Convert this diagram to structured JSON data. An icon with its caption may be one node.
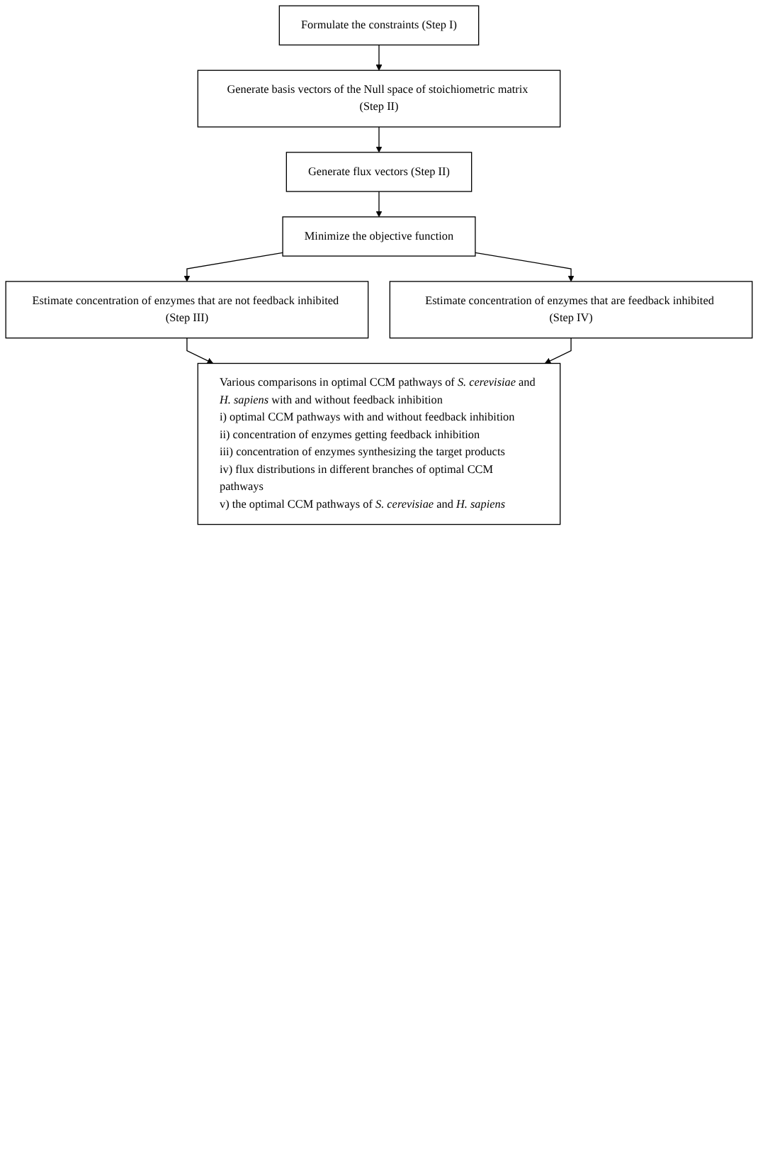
{
  "diagram": {
    "nodes": [
      {
        "text": [
          "Formulate the constraints (Step I)"
        ]
      },
      {
        "text": [
          "Generate basis vectors of the Null space of stoichiometric matrix (Step II)"
        ]
      },
      {
        "text": [
          "Generate flux vectors (Step II)"
        ]
      },
      {
        "text": [
          "Minimize the objective function"
        ]
      },
      {
        "text": [
          "Estimate concentration of enzymes that are not feedback inhibited (Step III)"
        ]
      },
      {
        "text": [
          "Estimate concentration of enzymes that are feedback inhibited (Step IV)"
        ]
      },
      {
        "text": [
          "Various comparisons in optimal CCM pathways of *S. cerevisiae* and *H. sapiens* with and without feedback inhibition",
          "i) optimal CCM pathways with and without feedback inhibition",
          "ii) concentration of enzymes getting feedback inhibition",
          "iii) concentration of enzymes synthesizing the target products",
          "iv) flux distributions in different branches of optimal CCM pathways",
          "v) the optimal CCM pathways of *S. cerevisiae* and *H. sapiens*"
        ]
      }
    ],
    "edges": [
      {
        "from": 0,
        "to": 1,
        "arrow": "to"
      },
      {
        "from": 1,
        "to": 2,
        "arrow": "to"
      },
      {
        "from": 2,
        "to": 3,
        "arrow": "to"
      },
      {
        "from": 3,
        "to": 4,
        "arrow": "to"
      },
      {
        "from": 3,
        "to": 5,
        "arrow": "to"
      },
      {
        "from": 4,
        "to": 6,
        "arrow": "to"
      },
      {
        "from": 5,
        "to": 6,
        "arrow": "to"
      }
    ]
  }
}
